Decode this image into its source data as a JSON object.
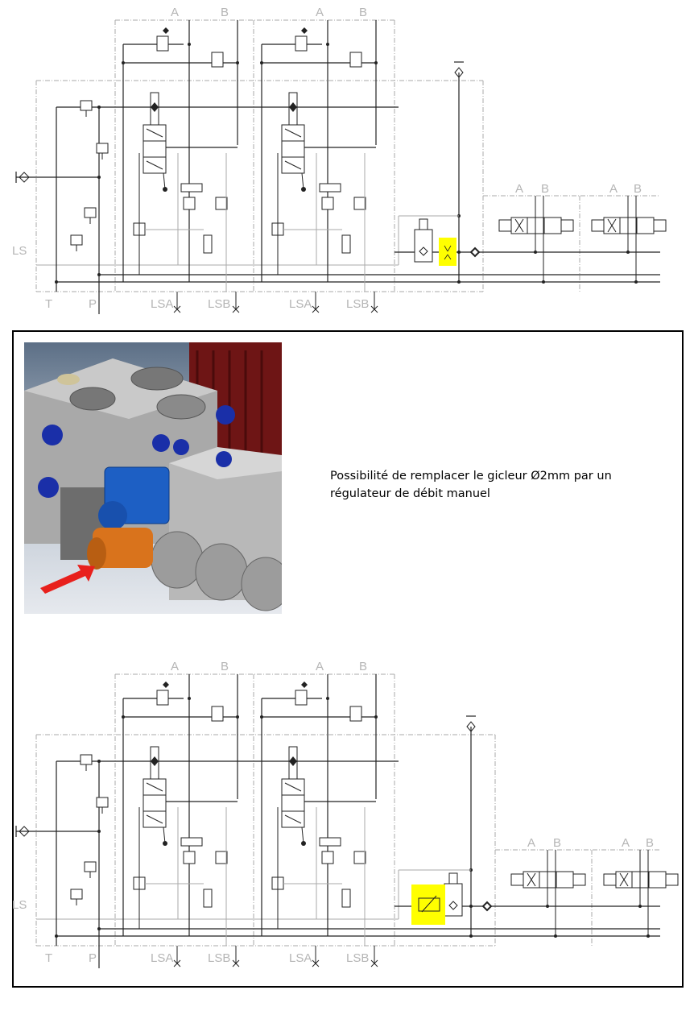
{
  "schematic_top": {
    "labels": {
      "A1": "A",
      "B1": "B",
      "A2": "A",
      "B2": "B",
      "A3": "A",
      "B3": "B",
      "A4": "A",
      "B4": "B",
      "LS": "LS",
      "T": "T",
      "P": "P",
      "LSA1": "LSA",
      "LSB1": "LSB",
      "LSA2": "LSA",
      "LSB2": "LSB"
    },
    "highlight_component": "fixed-orifice-nozzle"
  },
  "schematic_bottom": {
    "labels": {
      "A1": "A",
      "B1": "B",
      "A2": "A",
      "B2": "B",
      "A3": "A",
      "B3": "B",
      "A4": "A",
      "B4": "B",
      "LS": "LS",
      "T": "T",
      "P": "P",
      "LSA1": "LSA",
      "LSB1": "LSB",
      "LSA2": "LSA",
      "LSB2": "LSB"
    },
    "highlight_component": "manual-flow-regulator"
  },
  "note": {
    "line1": "Possibilité de remplacer le gicleur Ø2mm par un",
    "line2": "régulateur de débit manuel"
  },
  "colors": {
    "highlight": "#ffff00",
    "line": "#222222",
    "pilot_line": "#aaaaaa",
    "label": "#b5b5b5",
    "arrow": "#e8201c",
    "solenoid": "#1d5fc4",
    "regulator": "#d9731c",
    "valve_body": "#a8a8a8",
    "motor": "#7a1a1a"
  }
}
